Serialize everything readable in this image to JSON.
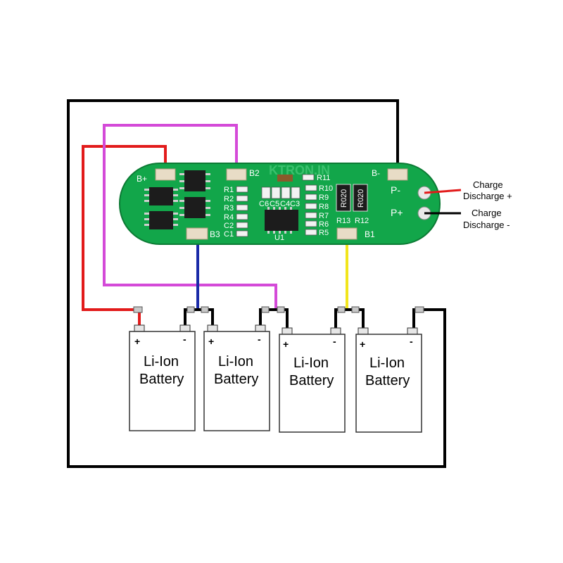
{
  "pcb": {
    "watermark": "KTRON.IN",
    "pads": {
      "b_plus": "B+",
      "b2": "B2",
      "b_minus": "B-",
      "b3": "B3",
      "b1": "B1",
      "p_minus": "P-",
      "p_plus": "P+"
    },
    "components": {
      "r1": "R1",
      "r2": "R2",
      "r3": "R3",
      "r4": "R4",
      "c2": "C2",
      "c1": "C1",
      "c6": "C6",
      "c5": "C5",
      "c4": "C4",
      "c3": "C3",
      "u1": "U1",
      "r10": "R10",
      "r9": "R9",
      "r8": "R8",
      "r7": "R7",
      "r6": "R6",
      "r5": "R5",
      "r11": "R11",
      "r13": "R13",
      "r12": "R12",
      "shunt1": "R020",
      "shunt2": "R020"
    }
  },
  "external": {
    "charge_plus_line1": "Charge",
    "charge_plus_line2": "Discharge +",
    "charge_minus_line1": "Charge",
    "charge_minus_line2": "Discharge -"
  },
  "batteries": [
    {
      "line1": "Li-Ion",
      "line2": "Battery",
      "plus": "+",
      "minus": "-"
    },
    {
      "line1": "Li-Ion",
      "line2": "Battery",
      "plus": "+",
      "minus": "-"
    },
    {
      "line1": "Li-Ion",
      "line2": "Battery",
      "plus": "+",
      "minus": "-"
    },
    {
      "line1": "Li-Ion",
      "line2": "Battery",
      "plus": "+",
      "minus": "-"
    }
  ],
  "colors": {
    "pcb_green": "#12a64a",
    "wire_red": "#e21b1b",
    "wire_magenta": "#d44ad8",
    "wire_blue": "#1a2aa8",
    "wire_yellow": "#f2e51c",
    "wire_black": "#000000"
  }
}
